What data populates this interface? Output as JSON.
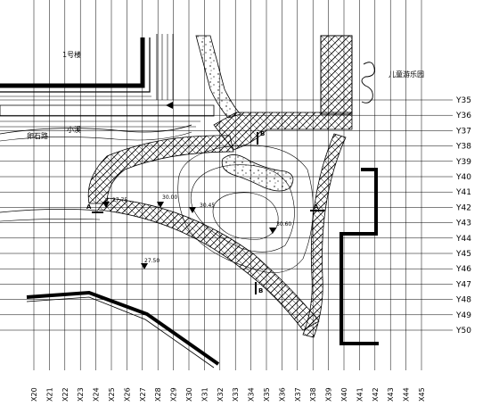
{
  "grid": {
    "x_labels": [
      "X20",
      "X21",
      "X22",
      "X23",
      "X24",
      "X25",
      "X26",
      "X27",
      "X28",
      "X29",
      "X30",
      "X31",
      "X32",
      "X33",
      "X34",
      "X35",
      "X36",
      "X37",
      "X38",
      "X39",
      "X40",
      "X41",
      "X42",
      "X43",
      "X44",
      "X45"
    ],
    "y_labels": [
      "Y35",
      "Y36",
      "Y37",
      "Y38",
      "Y39",
      "Y40",
      "Y41",
      "Y42",
      "Y43",
      "Y44",
      "Y45",
      "Y46",
      "Y47",
      "Y48",
      "Y49",
      "Y50"
    ]
  },
  "labels": {
    "building": "1号楼",
    "playground": "儿童游乐园",
    "stream": "小溪",
    "stone_path": "卵石路"
  },
  "elevations": [
    "27.75",
    "30.00",
    "30.45",
    "30.60",
    "27.50"
  ],
  "section_marks": [
    "A",
    "A",
    "B",
    "B"
  ],
  "colors": {
    "line": "#000000",
    "background": "#ffffff"
  }
}
